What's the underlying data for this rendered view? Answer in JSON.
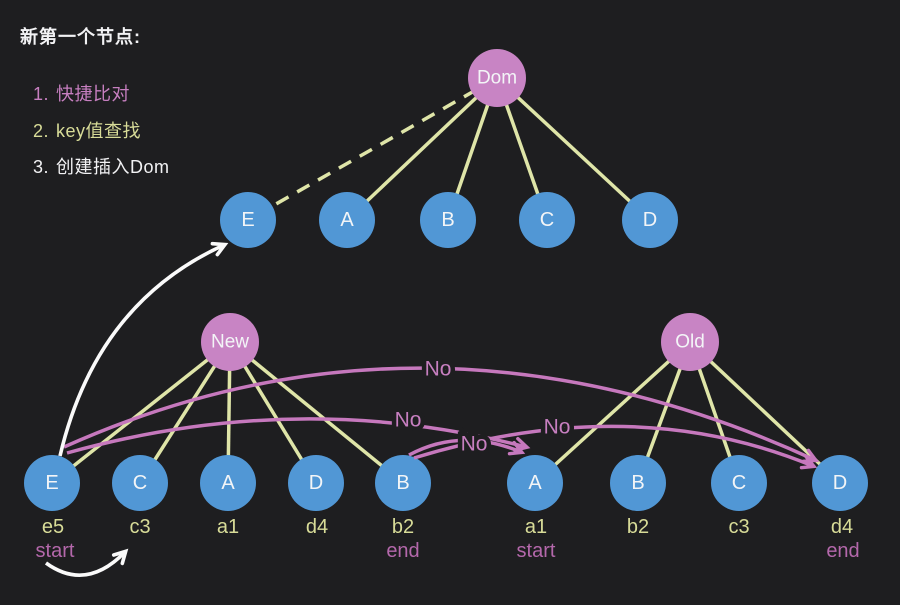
{
  "title": {
    "heading": "新第一个节点:"
  },
  "steps": [
    {
      "num": "1.",
      "label": "快捷比对"
    },
    {
      "num": "2.",
      "label": "key值查找"
    },
    {
      "num": "3.",
      "label": "创建插入Dom"
    }
  ],
  "trees": {
    "dom": {
      "root": "Dom",
      "children": [
        "E",
        "A",
        "B",
        "C",
        "D"
      ]
    },
    "newt": {
      "root": "New",
      "children": [
        {
          "letter": "E",
          "key": "e5",
          "mark": "start"
        },
        {
          "letter": "C",
          "key": "c3",
          "mark": ""
        },
        {
          "letter": "A",
          "key": "a1",
          "mark": ""
        },
        {
          "letter": "D",
          "key": "d4",
          "mark": ""
        },
        {
          "letter": "B",
          "key": "b2",
          "mark": "end"
        }
      ]
    },
    "old": {
      "root": "Old",
      "children": [
        {
          "letter": "A",
          "key": "a1",
          "mark": "start"
        },
        {
          "letter": "B",
          "key": "b2",
          "mark": ""
        },
        {
          "letter": "C",
          "key": "c3",
          "mark": ""
        },
        {
          "letter": "D",
          "key": "d4",
          "mark": "end"
        }
      ]
    }
  },
  "comparisons": [
    {
      "from": "new-start-E",
      "to": "old-end-D",
      "label": "No"
    },
    {
      "from": "new-start-E",
      "to": "old-start-A",
      "label": "No"
    },
    {
      "from": "new-end-B",
      "to": "old-start-A",
      "label": "No"
    },
    {
      "from": "new-end-B",
      "to": "old-end-D",
      "label": "No"
    }
  ],
  "icons": {
    "insert_arrow": "curved-arrow-up-right",
    "advance_arrow": "curved-arrow-right",
    "dashed_link": "dashed-line-dom-to-e"
  },
  "colors": {
    "bg": "#1e1e20",
    "nodeBlue": "#5197d5",
    "nodePink": "#c884c4",
    "edgeYellow": "#dfe5a8",
    "arrowPink": "#c678bd",
    "textYellow": "#d8dc98",
    "textPink": "#b468ab",
    "listPink": "#c77fc0",
    "white": "#f2f2f4"
  }
}
